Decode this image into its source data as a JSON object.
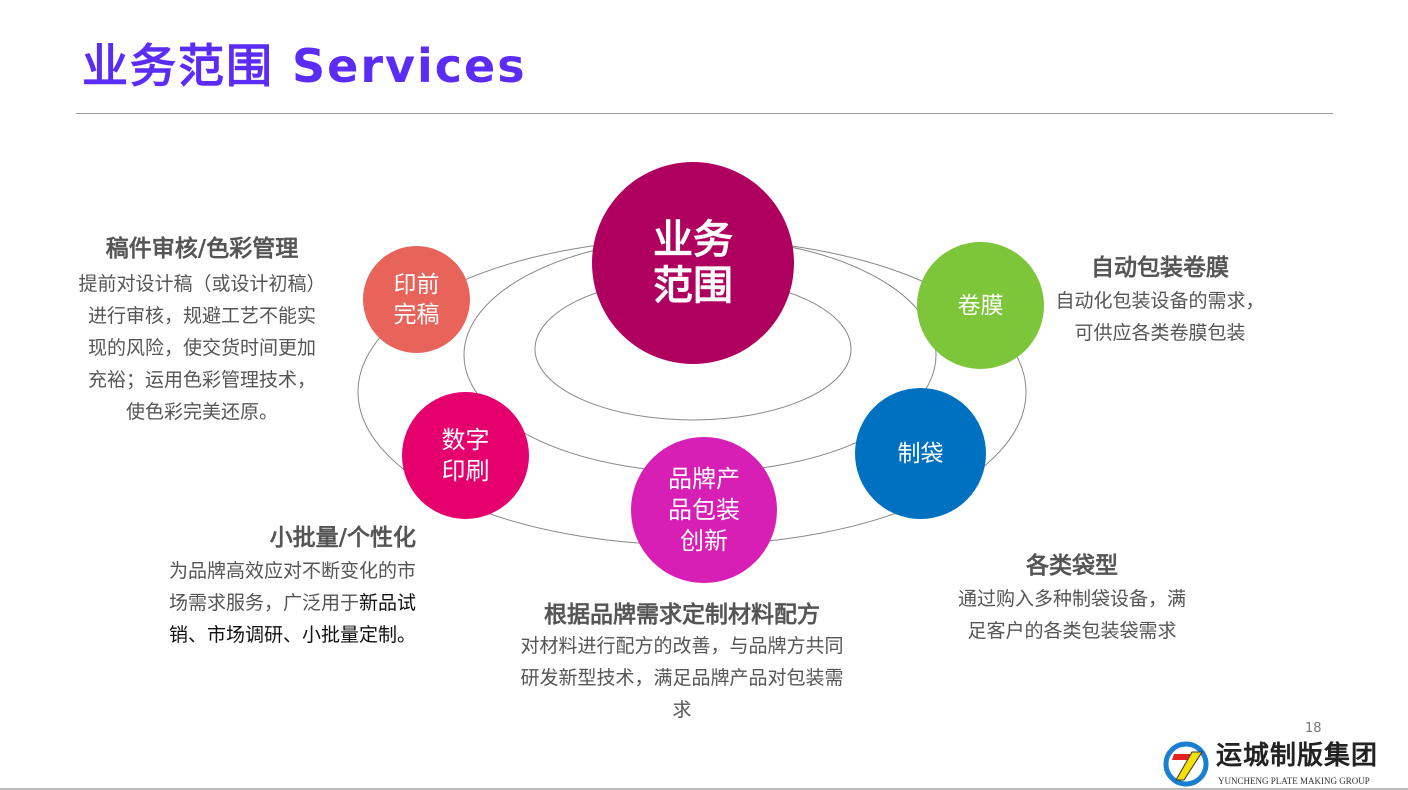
{
  "title": "业务范围 Services",
  "center": {
    "line1": "业务",
    "line2": "范围",
    "color": "#b0005f"
  },
  "nodes": {
    "prepress": {
      "line1": "印前",
      "line2": "完稿",
      "color": "#e8645a"
    },
    "film": {
      "label": "卷膜",
      "color": "#7dc63a"
    },
    "digital": {
      "line1": "数字",
      "line2": "印刷",
      "color": "#e5006e"
    },
    "brand": {
      "line1": "品牌产",
      "line2": "品包装",
      "line3": "创新",
      "color": "#d71fb5"
    },
    "bag": {
      "label": "制袋",
      "color": "#0070c0"
    }
  },
  "texts": {
    "prepress": {
      "heading": "稿件审核/色彩管理",
      "lines": [
        "提前对设计稿（或设计初稿）",
        "进行审核，规避工艺不能实",
        "现的风险，使交货时间更加",
        "充裕；运用色彩管理技术，",
        "使色彩完美还原。"
      ]
    },
    "film": {
      "heading": "自动包装卷膜",
      "lines": [
        "自动化包装设备的需求，",
        "可供应各类卷膜包装"
      ]
    },
    "digital": {
      "heading": "小批量/个性化",
      "line1": "为品牌高效应对不断变化的市",
      "line2a": "场需求服务，广泛用于",
      "line2b": "新品试",
      "line3": "销、市场调研、小批量定制。"
    },
    "brand": {
      "heading": "根据品牌需求定制材料配方",
      "lines": [
        "对材料进行配方的改善，与品牌方共同",
        "研发新型技术，满足品牌产品对包装需",
        "求"
      ]
    },
    "bag": {
      "heading": "各类袋型",
      "lines": [
        "通过购入多种制袋设备，满",
        "足客户的各类包装袋需求"
      ]
    }
  },
  "page_number": "18",
  "logo": {
    "name": "运城制版集团",
    "subtitle": "YUNCHENG PLATE MAKING GROUP"
  }
}
